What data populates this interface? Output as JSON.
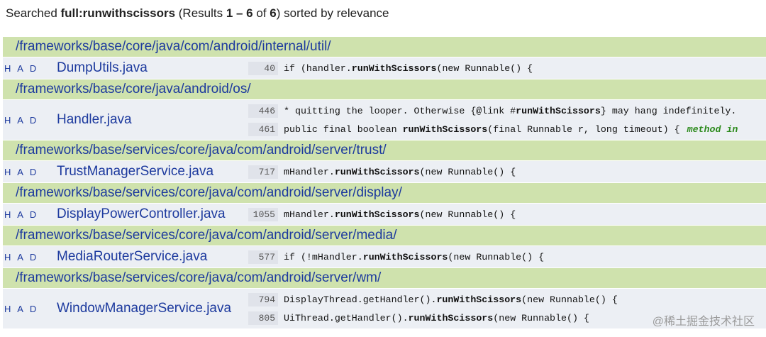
{
  "summary": {
    "prefix": "Searched ",
    "query": "full:runwithscissors",
    "results_open": " (Results ",
    "range": "1 – 6",
    "of_word": " of ",
    "total": "6",
    "results_close": ") sorted by relevance"
  },
  "groups": [
    {
      "dir": "/frameworks/base/core/java/com/android/internal/util/",
      "had": "H A D",
      "file": "DumpUtils.java",
      "matches": [
        {
          "line": "40",
          "before": "if (handler.",
          "hit": "runWithScissors",
          "after": "(new Runnable() {",
          "tag": ""
        }
      ]
    },
    {
      "dir": "/frameworks/base/core/java/android/os/",
      "had": "H A D",
      "file": "Handler.java",
      "matches": [
        {
          "line": "446",
          "before": "* quitting the looper. Otherwise {@link #",
          "hit": "runWithScissors",
          "after": "} may hang indefinitely.",
          "tag": ""
        },
        {
          "line": "461",
          "before": "public final boolean ",
          "hit": "runWithScissors",
          "after": "(final Runnable r, long timeout) {",
          "tag": "method in"
        }
      ]
    },
    {
      "dir": "/frameworks/base/services/core/java/com/android/server/trust/",
      "had": "H A D",
      "file": "TrustManagerService.java",
      "matches": [
        {
          "line": "717",
          "before": "mHandler.",
          "hit": "runWithScissors",
          "after": "(new Runnable() {",
          "tag": ""
        }
      ]
    },
    {
      "dir": "/frameworks/base/services/core/java/com/android/server/display/",
      "had": "H A D",
      "file": "DisplayPowerController.java",
      "matches": [
        {
          "line": "1055",
          "before": "mHandler.",
          "hit": "runWithScissors",
          "after": "(new Runnable() {",
          "tag": ""
        }
      ]
    },
    {
      "dir": "/frameworks/base/services/core/java/com/android/server/media/",
      "had": "H A D",
      "file": "MediaRouterService.java",
      "matches": [
        {
          "line": "577",
          "before": "if (!mHandler.",
          "hit": "runWithScissors",
          "after": "(new Runnable() {",
          "tag": ""
        }
      ]
    },
    {
      "dir": "/frameworks/base/services/core/java/com/android/server/wm/",
      "had": "H A D",
      "file": "WindowManagerService.java",
      "matches": [
        {
          "line": "794",
          "before": "DisplayThread.getHandler().",
          "hit": "runWithScissors",
          "after": "(new Runnable() {",
          "tag": ""
        },
        {
          "line": "805",
          "before": "UiThread.getHandler().",
          "hit": "runWithScissors",
          "after": "(new Runnable() {",
          "tag": ""
        }
      ]
    }
  ],
  "watermark": "@稀土掘金技术社区",
  "colors": {
    "dir_bg": "#cfe2ad",
    "row_bg": "#eceff4",
    "link": "#1d3a9e",
    "tag": "#2c8a1c"
  }
}
